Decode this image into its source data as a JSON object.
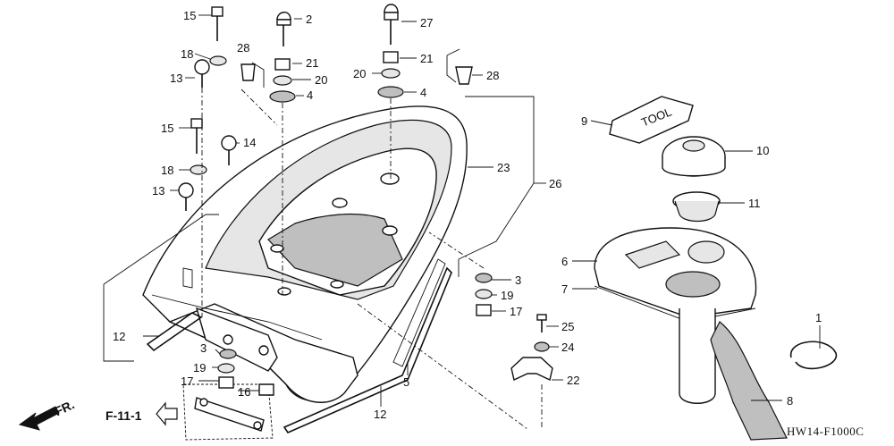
{
  "diagram": {
    "code": "HW14-F1000C",
    "reference": "F-11-1",
    "direction": "FR.",
    "tool_lid_text": "TOOL",
    "callouts": [
      {
        "id": "c15a",
        "text": "15"
      },
      {
        "id": "c2",
        "text": "2"
      },
      {
        "id": "c27",
        "text": "27"
      },
      {
        "id": "c18a",
        "text": "18"
      },
      {
        "id": "c28a",
        "text": "28"
      },
      {
        "id": "c21a",
        "text": "21"
      },
      {
        "id": "c21b",
        "text": "21"
      },
      {
        "id": "c13a",
        "text": "13"
      },
      {
        "id": "c20a",
        "text": "20"
      },
      {
        "id": "c20b",
        "text": "20"
      },
      {
        "id": "c28b",
        "text": "28"
      },
      {
        "id": "c4a",
        "text": "4"
      },
      {
        "id": "c4b",
        "text": "4"
      },
      {
        "id": "c9",
        "text": "9"
      },
      {
        "id": "c15b",
        "text": "15"
      },
      {
        "id": "c14",
        "text": "14"
      },
      {
        "id": "c10",
        "text": "10"
      },
      {
        "id": "c18b",
        "text": "18"
      },
      {
        "id": "c23",
        "text": "23"
      },
      {
        "id": "c26",
        "text": "26"
      },
      {
        "id": "c13b",
        "text": "13"
      },
      {
        "id": "c11",
        "text": "11"
      },
      {
        "id": "c6",
        "text": "6"
      },
      {
        "id": "c3a",
        "text": "3"
      },
      {
        "id": "c7",
        "text": "7"
      },
      {
        "id": "c19a",
        "text": "19"
      },
      {
        "id": "c17a",
        "text": "17"
      },
      {
        "id": "c1",
        "text": "1"
      },
      {
        "id": "c25",
        "text": "25"
      },
      {
        "id": "c12a",
        "text": "12"
      },
      {
        "id": "c24",
        "text": "24"
      },
      {
        "id": "c3b",
        "text": "3"
      },
      {
        "id": "c19b",
        "text": "19"
      },
      {
        "id": "c5",
        "text": "5"
      },
      {
        "id": "c22",
        "text": "22"
      },
      {
        "id": "c17b",
        "text": "17"
      },
      {
        "id": "c16",
        "text": "16"
      },
      {
        "id": "c8",
        "text": "8"
      },
      {
        "id": "c12b",
        "text": "12"
      }
    ]
  }
}
